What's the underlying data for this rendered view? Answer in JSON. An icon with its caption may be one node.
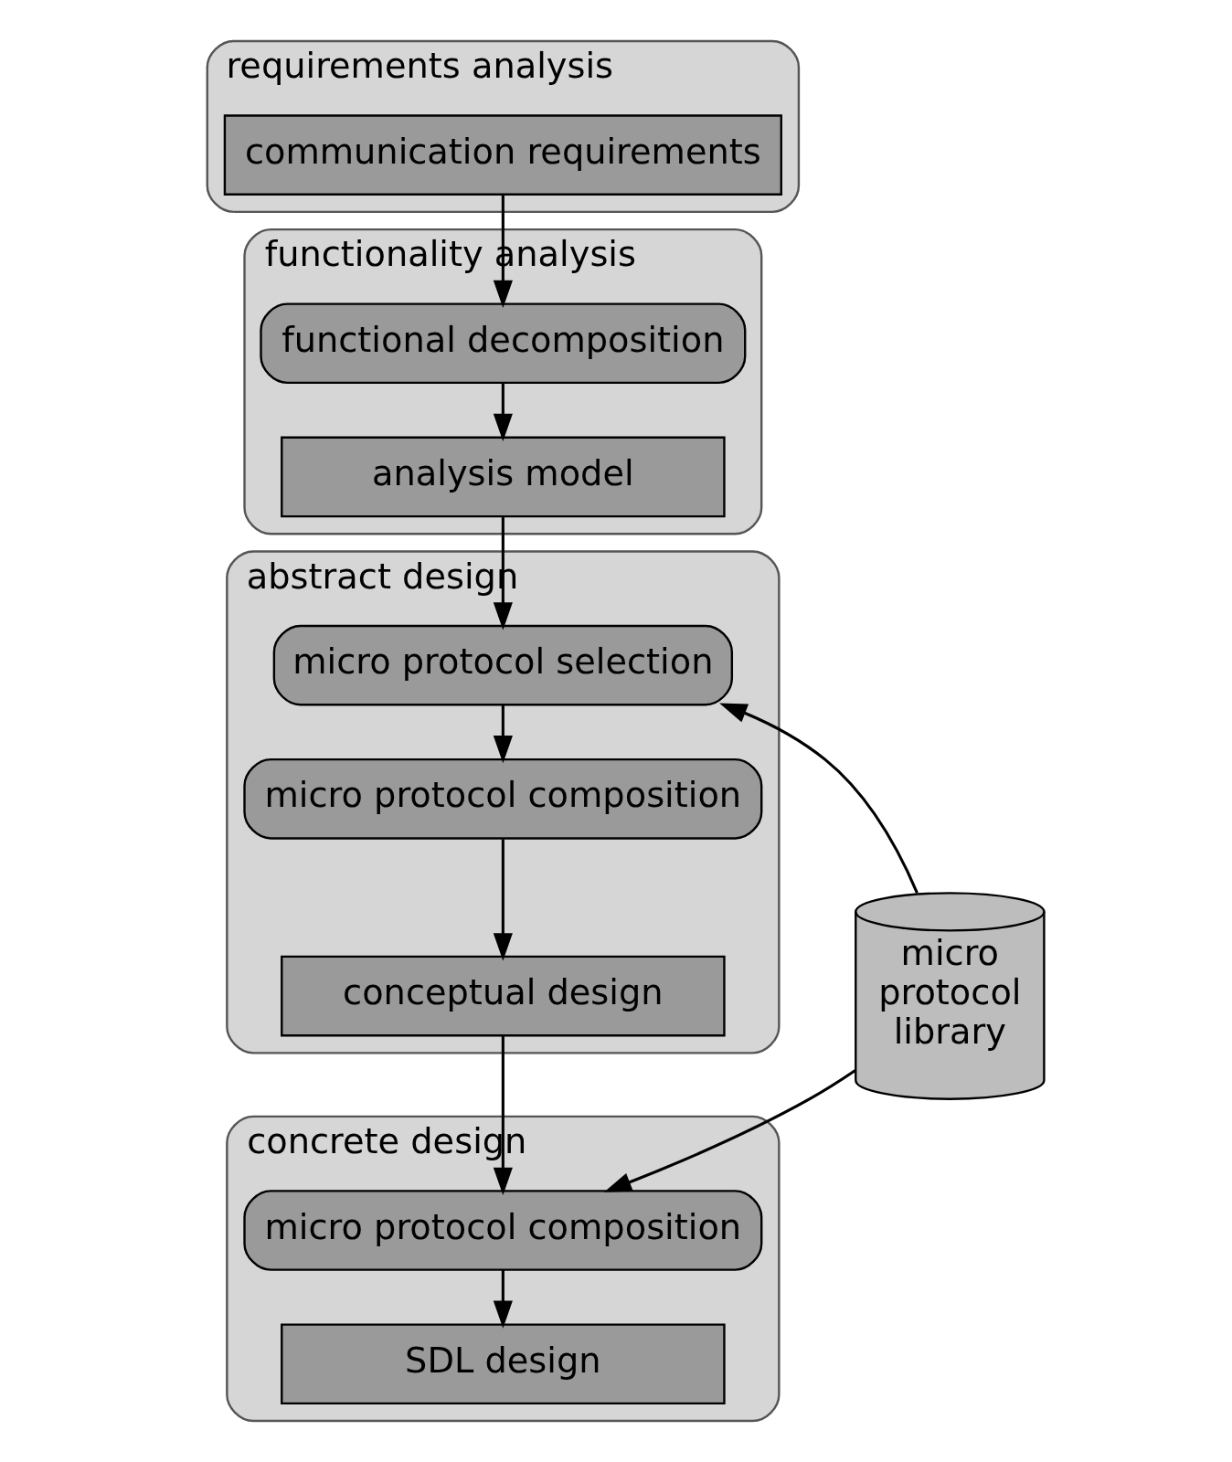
{
  "diagram": {
    "nodes": [
      {
        "text": [
          "requirements analysis"
        ]
      },
      {
        "text": [
          "communication requirements"
        ],
        "in": 0
      },
      {
        "text": [
          "functionality analysis"
        ]
      },
      {
        "text": [
          "functional decomposition"
        ],
        "in": 2
      },
      {
        "text": [
          "analysis model"
        ],
        "in": 2
      },
      {
        "text": [
          "abstract design"
        ]
      },
      {
        "text": [
          "micro protocol selection"
        ],
        "in": 5
      },
      {
        "text": [
          "micro protocol composition"
        ],
        "in": 5
      },
      {
        "text": [
          "conceptual design"
        ],
        "in": 5
      },
      {
        "text": [
          "micro protocol library"
        ]
      },
      {
        "text": [
          "concrete design"
        ]
      },
      {
        "text": [
          "micro protocol composition"
        ],
        "in": 10
      },
      {
        "text": [
          "SDL design"
        ],
        "in": 10
      }
    ],
    "edges": [
      {
        "from": 1,
        "to": 3,
        "arrow": "to"
      },
      {
        "from": 3,
        "to": 4,
        "arrow": "to"
      },
      {
        "from": 4,
        "to": 6,
        "arrow": "to"
      },
      {
        "from": 9,
        "to": 6,
        "arrow": "to"
      },
      {
        "from": 6,
        "to": 7,
        "arrow": "to"
      },
      {
        "from": 7,
        "to": 8,
        "arrow": "to"
      },
      {
        "from": 8,
        "to": 11,
        "arrow": "to"
      },
      {
        "from": 9,
        "to": 11,
        "arrow": "to"
      },
      {
        "from": 11,
        "to": 12,
        "arrow": "to"
      }
    ]
  }
}
